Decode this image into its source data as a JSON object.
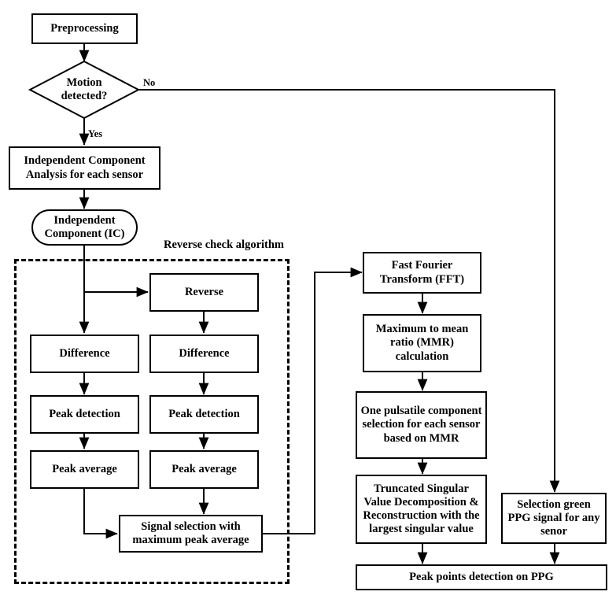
{
  "diagram": {
    "title": "PPG motion-artifact processing flowchart",
    "stroke_color": "#000000",
    "background_color": "#ffffff",
    "groups": [
      {
        "id": "reverse-check",
        "label": "Reverse check algorithm"
      }
    ],
    "nodes": [
      {
        "id": "preprocessing",
        "shape": "process",
        "label": "Preprocessing"
      },
      {
        "id": "motion-detected",
        "shape": "decision",
        "label": "Motion\ndetected?"
      },
      {
        "id": "ica",
        "shape": "process",
        "label": "Independent Component\nAnalysis for each sensor"
      },
      {
        "id": "ic",
        "shape": "terminator",
        "label": "Independent\nComponent (IC)"
      },
      {
        "id": "reverse",
        "shape": "process",
        "label": "Reverse"
      },
      {
        "id": "difference-left",
        "shape": "process",
        "label": "Difference"
      },
      {
        "id": "difference-right",
        "shape": "process",
        "label": "Difference"
      },
      {
        "id": "peak-detection-left",
        "shape": "process",
        "label": "Peak detection"
      },
      {
        "id": "peak-detection-right",
        "shape": "process",
        "label": "Peak detection"
      },
      {
        "id": "peak-average-left",
        "shape": "process",
        "label": "Peak average"
      },
      {
        "id": "peak-average-right",
        "shape": "process",
        "label": "Peak average"
      },
      {
        "id": "signal-selection",
        "shape": "process",
        "label": "Signal selection with\nmaximum peak average"
      },
      {
        "id": "fft",
        "shape": "process",
        "label": "Fast Fourier\nTransform (FFT)"
      },
      {
        "id": "mmr",
        "shape": "process",
        "label": "Maximum to mean\nratio (MMR)\ncalculation"
      },
      {
        "id": "pulsatile-selection",
        "shape": "process",
        "label": "One pulsatile component\nselection for each sensor\nbased on MMR"
      },
      {
        "id": "tsvd",
        "shape": "process",
        "label": "Truncated Singular\nValue Decomposition &\nReconstruction with the\nlargest singular value"
      },
      {
        "id": "green-ppg",
        "shape": "process",
        "label": "Selection green\nPPG signal for any\nsenor"
      },
      {
        "id": "peak-points",
        "shape": "process",
        "label": "Peak points detection on PPG"
      }
    ],
    "edge_labels": [
      {
        "id": "branch-no",
        "label": "No"
      },
      {
        "id": "branch-yes",
        "label": "Yes"
      }
    ]
  }
}
